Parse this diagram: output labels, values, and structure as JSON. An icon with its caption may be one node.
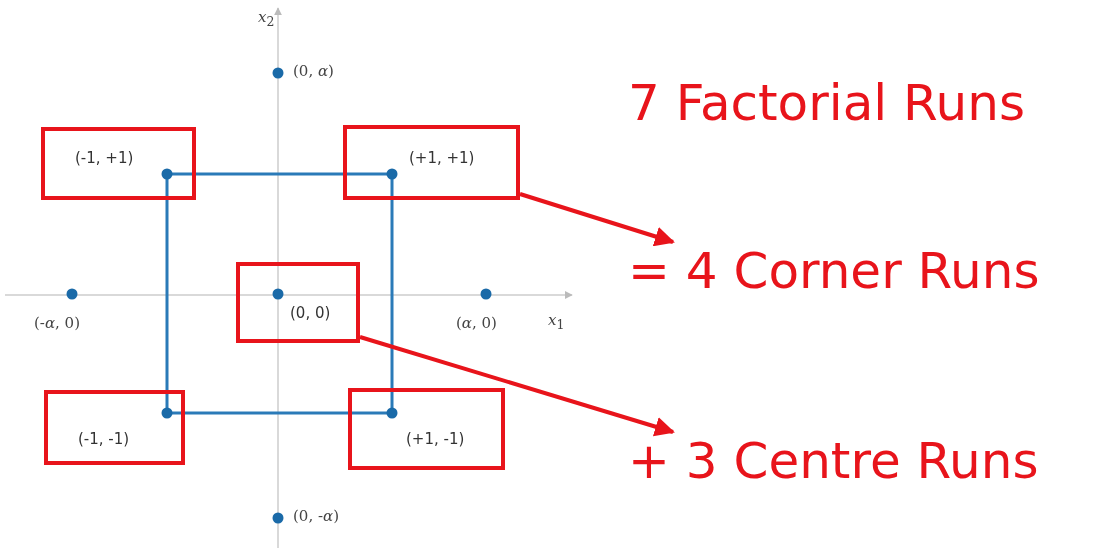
{
  "diagram": {
    "nodes": [
      {
        "text": [
          "7 Factorial Runs"
        ]
      },
      {
        "text": [
          "(-1, +1)"
        ]
      },
      {
        "text": [
          "(+1, +1)"
        ]
      },
      {
        "text": [
          "= 4 Corner Runs"
        ]
      },
      {
        "text": [
          "(0, 0)"
        ]
      },
      {
        "text": [
          "(-1, -1)"
        ]
      },
      {
        "text": [
          "(+1, -1)"
        ]
      },
      {
        "text": [
          "+ 3 Centre Runs"
        ]
      }
    ],
    "edges": [
      {
        "from": 2,
        "to": 3,
        "arrow": "to"
      },
      {
        "from": 4,
        "to": 7,
        "arrow": "to"
      }
    ],
    "labels": [
      "*x*$_{2}$",
      "(0, *α*)",
      "(-*α*, 0)",
      "(*α*, 0)",
      "*x*$_{1}$",
      "(0, -*α*)"
    ]
  }
}
